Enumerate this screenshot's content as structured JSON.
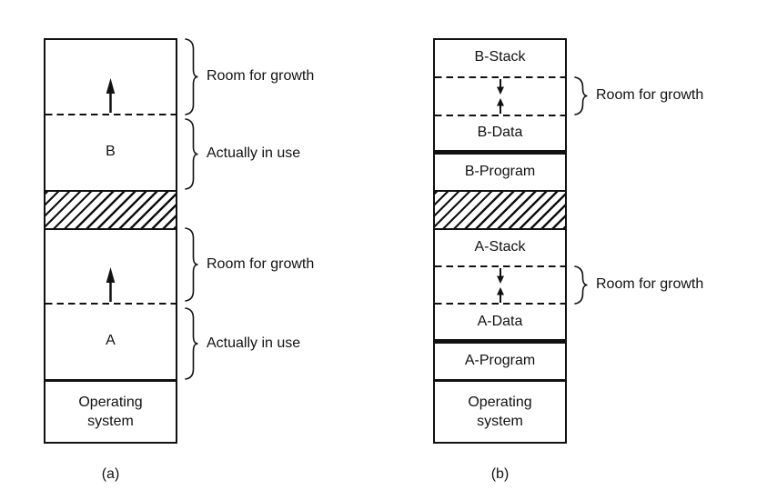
{
  "colors": {
    "ink": "#111111",
    "background": "#ffffff"
  },
  "diagram_a": {
    "caption": "(a)",
    "sections": {
      "process_b": "B",
      "process_a": "A",
      "operating_system": "Operating system"
    },
    "annotations": {
      "b_growth": "Room for growth",
      "b_in_use": "Actually in use",
      "a_growth": "Room for growth",
      "a_in_use": "Actually in use"
    }
  },
  "diagram_b": {
    "caption": "(b)",
    "sections": {
      "b_stack": "B-Stack",
      "b_data": "B-Data",
      "b_program": "B-Program",
      "a_stack": "A-Stack",
      "a_data": "A-Data",
      "a_program": "A-Program",
      "operating_system": "Operating system"
    },
    "annotations": {
      "b_growth": "Room for growth",
      "a_growth": "Room for growth"
    }
  }
}
